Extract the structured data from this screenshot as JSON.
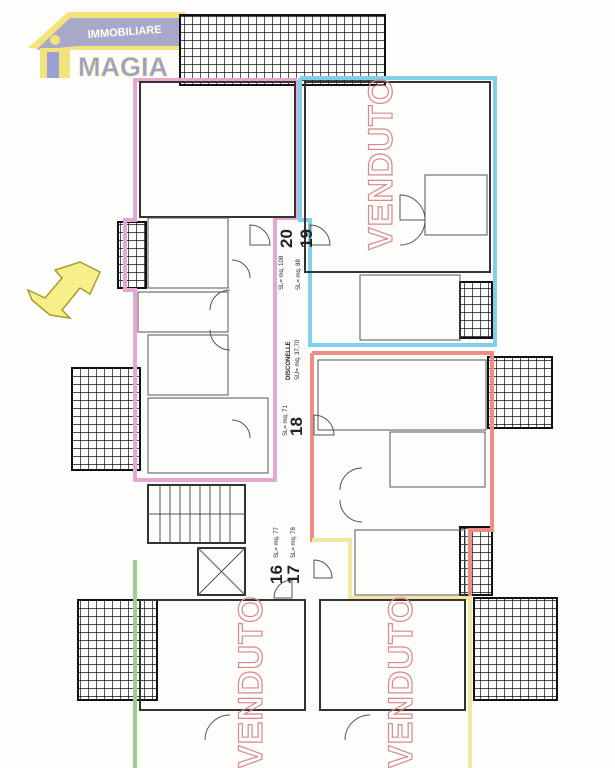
{
  "logo": {
    "line1": "IMMOBILIARE",
    "line2": "MAGIA"
  },
  "units": [
    {
      "number": "20",
      "area": "SL= mq. 108"
    },
    {
      "number": "19",
      "area": "SL= mq. 88"
    },
    {
      "number": "18",
      "area": "SL= mq. 71"
    },
    {
      "number": "17",
      "area": "SL= mq. 78"
    },
    {
      "number": "16",
      "area": "SL= mq. 77"
    }
  ],
  "storage": {
    "title": "DISCONELLE",
    "area": "SU= mq. 37,70"
  },
  "sold_labels": [
    "VENDUTO",
    "VENDUTO",
    "VENDUTO"
  ],
  "colors": {
    "pink": "#e6a8d2",
    "blue": "#7fd0e8",
    "red": "#ec8d86",
    "green": "#9fcf8f",
    "yellow": "#f2e6a0",
    "logo_blue": "#9a9fd6",
    "logo_yellow": "#f4e27a"
  }
}
